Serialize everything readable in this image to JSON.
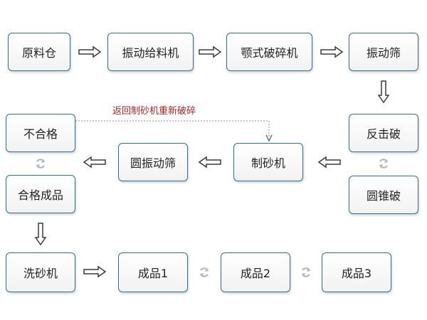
{
  "nodes": {
    "raw_bin": "原料仓",
    "vib_feeder": "振动给料机",
    "jaw_crusher": "颚式破碎机",
    "vib_screen": "振动筛",
    "impact_crusher": "反击破",
    "cone_crusher": "圆锥破",
    "sand_maker": "制砂机",
    "circ_vib_screen": "圆振动筛",
    "unqualified": "不合格",
    "qualified": "合格成品",
    "sand_washer": "洗砂机",
    "product1": "成品1",
    "product2": "成品2",
    "product3": "成品3"
  },
  "return_note": "返回制砂机重新破碎",
  "colors": {
    "box_border": "#2f6f9a",
    "arrow": "#3a3a3a",
    "note_text": "#b22222",
    "cycle_icon": "#b0b8c0"
  }
}
